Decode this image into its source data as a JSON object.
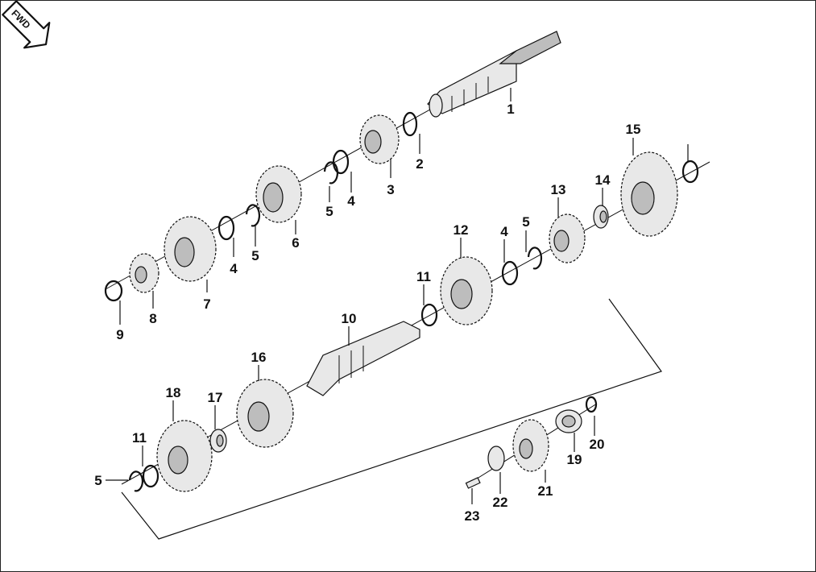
{
  "direction_badge": {
    "label": "FWD",
    "icon": "forward-arrow-icon"
  },
  "callouts": [
    {
      "id": "c1",
      "label": "1"
    },
    {
      "id": "c2",
      "label": "2"
    },
    {
      "id": "c3",
      "label": "3"
    },
    {
      "id": "c4a",
      "label": "4"
    },
    {
      "id": "c5a",
      "label": "5"
    },
    {
      "id": "c6",
      "label": "6"
    },
    {
      "id": "c4b",
      "label": "4"
    },
    {
      "id": "c5b",
      "label": "5"
    },
    {
      "id": "c7",
      "label": "7"
    },
    {
      "id": "c8",
      "label": "8"
    },
    {
      "id": "c9",
      "label": "9"
    },
    {
      "id": "c15",
      "label": "15"
    },
    {
      "id": "c14",
      "label": "14"
    },
    {
      "id": "c13",
      "label": "13"
    },
    {
      "id": "c12",
      "label": "12"
    },
    {
      "id": "c4c",
      "label": "4"
    },
    {
      "id": "c5c",
      "label": "5"
    },
    {
      "id": "c11a",
      "label": "11"
    },
    {
      "id": "c10",
      "label": "10"
    },
    {
      "id": "c16",
      "label": "16"
    },
    {
      "id": "c18",
      "label": "18"
    },
    {
      "id": "c17",
      "label": "17"
    },
    {
      "id": "c11b",
      "label": "11"
    },
    {
      "id": "c5d",
      "label": "5"
    },
    {
      "id": "c20",
      "label": "20"
    },
    {
      "id": "c19",
      "label": "19"
    },
    {
      "id": "c21",
      "label": "21"
    },
    {
      "id": "c22",
      "label": "22"
    },
    {
      "id": "c23",
      "label": "23"
    }
  ]
}
